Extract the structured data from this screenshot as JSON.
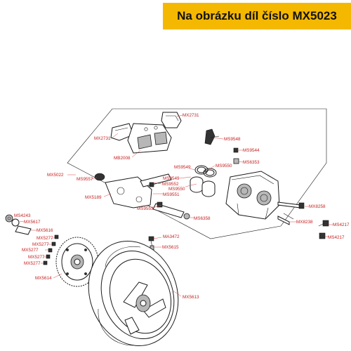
{
  "banner": {
    "text": "Na obrázku díl číslo MX5023"
  },
  "labels": {
    "mx2731_top": "MX2731",
    "mx2731_left": "MX2731",
    "mb2008": "MB2008",
    "ms9548": "MS9548",
    "ms9544": "MS9544",
    "ms6353": "MS6353",
    "ms9550_a": "MS9550",
    "ms9549_a": "MS9549",
    "ms9549_b": "MS9549",
    "ms9550_b": "MS9550",
    "mx5022": "MX5022",
    "ms9557": "MS9557",
    "ms9552": "MS9552",
    "ms9551": "MS9551",
    "mx5189": "MX5189",
    "ms9553": "MS9553",
    "ms6358": "MS6358",
    "mx8258": "MX8258",
    "mx8238": "MX8238",
    "ms4217_a": "MS4217",
    "ms4217_b": "MS4217",
    "ms4243": "MS4243",
    "mx5617": "MX5617",
    "mx5616": "MX5616",
    "mx5277_a": "MX5277",
    "mx5277_b": "MX5277",
    "mx5277_c": "MX5277",
    "mx5277_d": "MX5277",
    "mx5277_e": "MX5277",
    "mx5614": "MX5614",
    "ma3472": "MA3472",
    "mx5615": "MX5615",
    "mx5613": "MX5613"
  },
  "colors": {
    "banner": "#f5b800",
    "label": "#c62020"
  }
}
